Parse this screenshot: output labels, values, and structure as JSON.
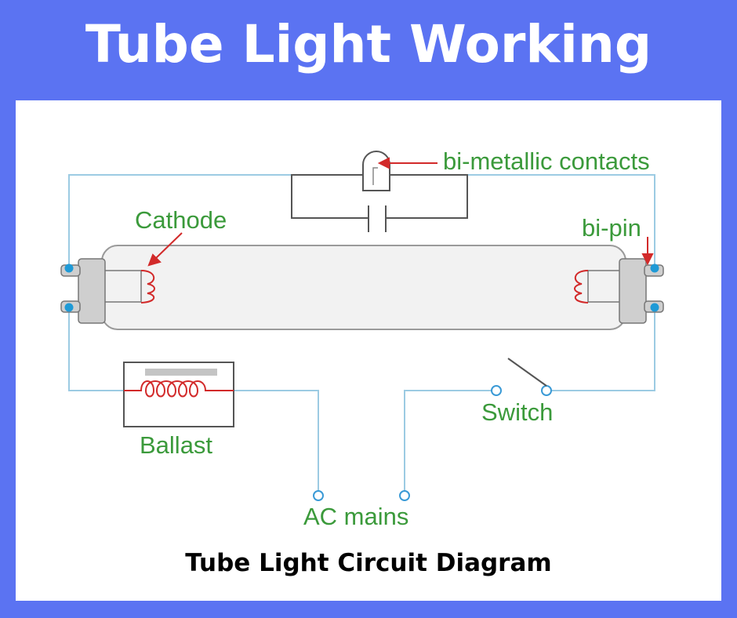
{
  "banner": {
    "title": "Tube Light Working"
  },
  "diagram": {
    "labels": {
      "bimetallic": "bi-metallic contacts",
      "cathode": "Cathode",
      "bipin": "bi-pin",
      "ballast": "Ballast",
      "switch": "Switch",
      "ac_mains": "AC mains"
    }
  },
  "caption": "Tube Light Circuit Diagram",
  "colors": {
    "background": "#5b73f2",
    "wire": "#9ccbe3",
    "label": "#3b9a3b",
    "arrow": "#d22a2a",
    "filament": "#d22a2a",
    "pin": "#1f9ad6"
  }
}
